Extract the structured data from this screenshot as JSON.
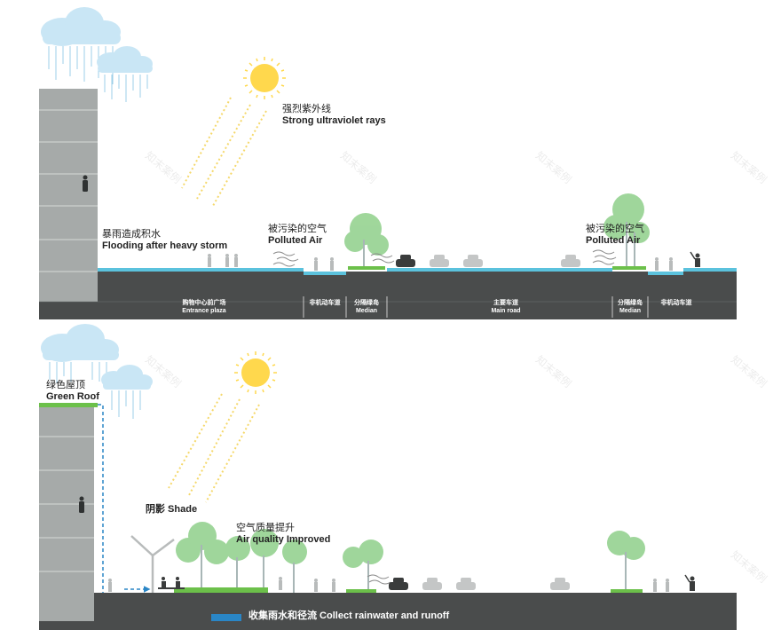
{
  "top": {
    "uv": {
      "zh": "强烈紫外线",
      "en": "Strong ultraviolet rays"
    },
    "flood": {
      "zh": "暴雨造成积水",
      "en": "Flooding after heavy storm"
    },
    "polluted_left": {
      "zh": "被污染的空气",
      "en": "Polluted Air"
    },
    "polluted_right": {
      "zh": "被污染的空气",
      "en": "Polluted Air"
    },
    "segments": [
      {
        "zh": "购物中心前广场",
        "en": "Entrance plaza"
      },
      {
        "zh": "非机动车道",
        "en": ""
      },
      {
        "zh": "分隔绿岛",
        "en": "Median"
      },
      {
        "zh": "主要车道",
        "en": "Main road"
      },
      {
        "zh": "分隔绿岛",
        "en": "Median"
      },
      {
        "zh": "非机动车道",
        "en": ""
      }
    ]
  },
  "bottom": {
    "green_roof": {
      "zh": "绿色屋顶",
      "en": "Green Roof"
    },
    "shade": "阴影 Shade",
    "air": {
      "zh": "空气质量提升",
      "en": "Air quality Improved"
    },
    "collect": "收集雨水和径流 Collect rainwater and runoff"
  },
  "watermark": "知末案例",
  "colors": {
    "building": "#a6aaa9",
    "ground": "#4a4c4c",
    "water": "#5bc2dd",
    "tree": "#8fd08a",
    "grass": "#6cc04a",
    "sun": "#ffd84d",
    "cloud": "#c9e6f5",
    "people": "#b8bbbb",
    "car": "#c4c6c6",
    "dark_car": "#3a3c3c",
    "drain_arrow": "#2a86c6"
  }
}
